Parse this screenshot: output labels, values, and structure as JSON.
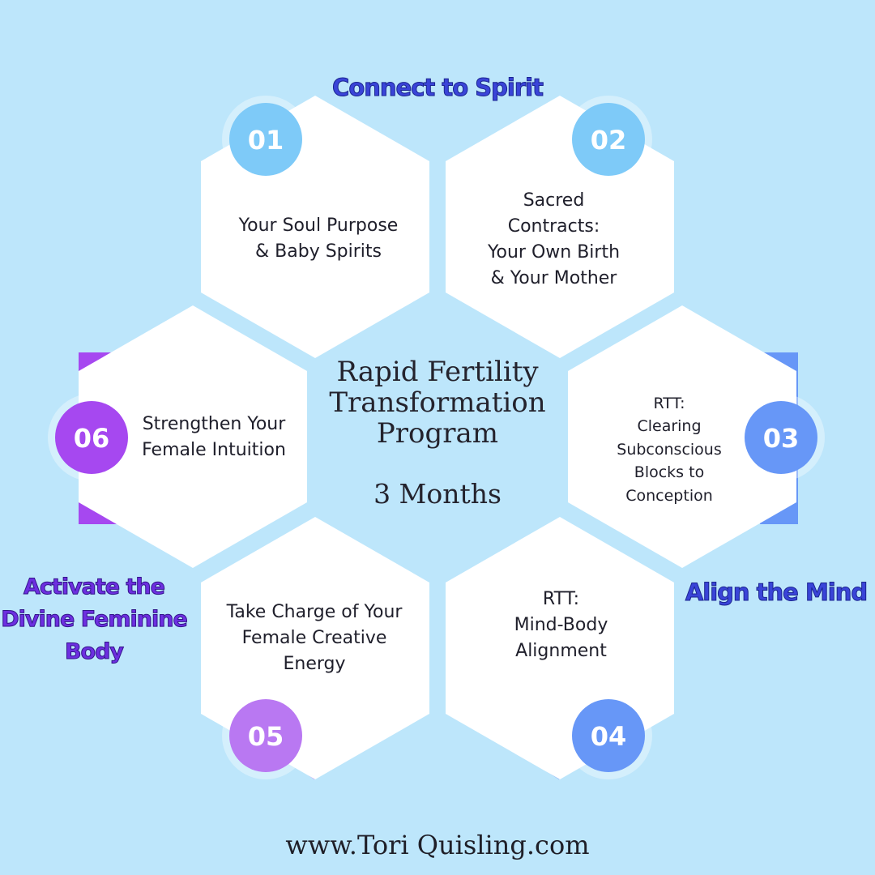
{
  "colors": {
    "background": "#bde6fb",
    "hex_fill": "#ffffff",
    "light_blue": "#7ecaf8",
    "blue": "#6797f7",
    "purple_dark": "#a648f0",
    "purple_light": "#b978f2",
    "phase_blue_text": "#3a44d8",
    "phase_purple_text": "#6d2fe0"
  },
  "center": {
    "title_lines": [
      "Rapid Fertility",
      "Transformation",
      "Program"
    ],
    "duration": "3 Months"
  },
  "phases": {
    "spirit": [
      "Connect to Spirit"
    ],
    "mind": [
      "Align the Mind"
    ],
    "body": [
      "Activate the",
      "Divine Feminine",
      "Body"
    ]
  },
  "steps": [
    {
      "number": "01",
      "lines": [
        "Your Soul Purpose",
        "& Baby Spirits"
      ]
    },
    {
      "number": "02",
      "lines": [
        "Sacred",
        "Contracts:",
        "Your Own Birth",
        "&  Your Mother"
      ]
    },
    {
      "number": "03",
      "lines": [
        "RTT:",
        "Clearing",
        "Subconscious",
        "Blocks to",
        "Conception"
      ]
    },
    {
      "number": "04",
      "lines": [
        "RTT:",
        "Mind-Body",
        "Alignment"
      ]
    },
    {
      "number": "05",
      "lines": [
        "Take Charge of Your",
        "Female Creative",
        "Energy"
      ]
    },
    {
      "number": "06",
      "lines": [
        "Strengthen Your",
        "Female Intuition"
      ]
    }
  ],
  "footer": "www.Tori Quisling.com"
}
